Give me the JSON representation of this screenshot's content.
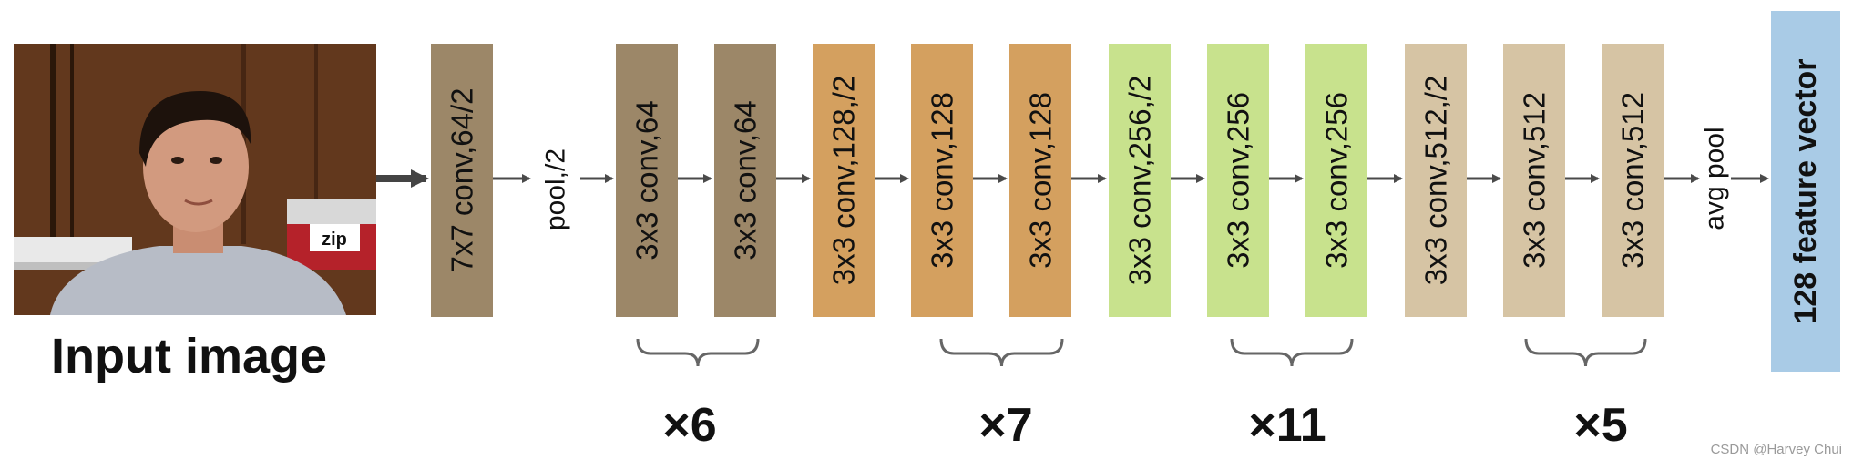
{
  "input": {
    "label": "Input image",
    "photo_sign": "zip"
  },
  "layers": [
    {
      "label": "7x7 conv,64/2",
      "color": "#9c8768"
    },
    {
      "label": "3x3 conv,64",
      "color": "#9c8768"
    },
    {
      "label": "3x3 conv,64",
      "color": "#9c8768"
    },
    {
      "label": "3x3 conv,128,/2",
      "color": "#d4a05f"
    },
    {
      "label": "3x3 conv,128",
      "color": "#d4a05f"
    },
    {
      "label": "3x3 conv,128",
      "color": "#d4a05f"
    },
    {
      "label": "3x3 conv,256,/2",
      "color": "#c8e28d"
    },
    {
      "label": "3x3 conv,256",
      "color": "#c8e28d"
    },
    {
      "label": "3x3 conv,256",
      "color": "#c8e28d"
    },
    {
      "label": "3x3 conv,512,/2",
      "color": "#d6c4a4"
    },
    {
      "label": "3x3 conv,512",
      "color": "#d6c4a4"
    },
    {
      "label": "3x3 conv,512",
      "color": "#d6c4a4"
    }
  ],
  "ops": {
    "pool": "pool,/2",
    "avg_pool": "avg pool"
  },
  "output": {
    "label": "128 feature vector",
    "color": "#a9cbe6"
  },
  "repeats": [
    "×6",
    "×7",
    "×11",
    "×5"
  ],
  "watermark": "CSDN @Harvey Chui"
}
